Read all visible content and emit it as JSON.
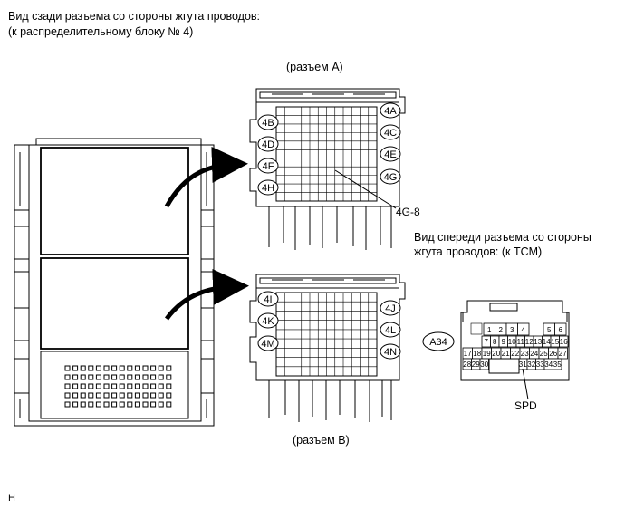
{
  "caption_rear": [
    "Вид сзади разъема со стороны жгута проводов:",
    "(к распределительному блоку № 4)"
  ],
  "connector_a_label": "(разъем A)",
  "connector_b_label": "(разъем B)",
  "caption_front": [
    "Вид спереди разъема со стороны",
    "жгута проводов: (к TCM)"
  ],
  "terminal_label_4g8": "4G-8",
  "spd_label": "SPD",
  "a34_label": "A34",
  "footer_code": "H",
  "connector_a_pins": [
    "4B",
    "4D",
    "4F",
    "4H",
    "4A",
    "4C",
    "4E",
    "4G"
  ],
  "connector_b_pins": [
    "4I",
    "4K",
    "4M",
    "4J",
    "4L",
    "4N"
  ],
  "tcm_row1": [
    "1",
    "2",
    "3",
    "4",
    "",
    "5",
    "6"
  ],
  "tcm_row2": [
    "7",
    "8",
    "9",
    "10",
    "11",
    "12",
    "13",
    "14",
    "15",
    "16"
  ],
  "tcm_row3": [
    "17",
    "18",
    "19",
    "20",
    "21",
    "22",
    "23",
    "24",
    "25",
    "26",
    "27"
  ],
  "tcm_row4": [
    "28",
    "29",
    "30",
    "",
    "31",
    "32",
    "33",
    "34",
    "35"
  ]
}
